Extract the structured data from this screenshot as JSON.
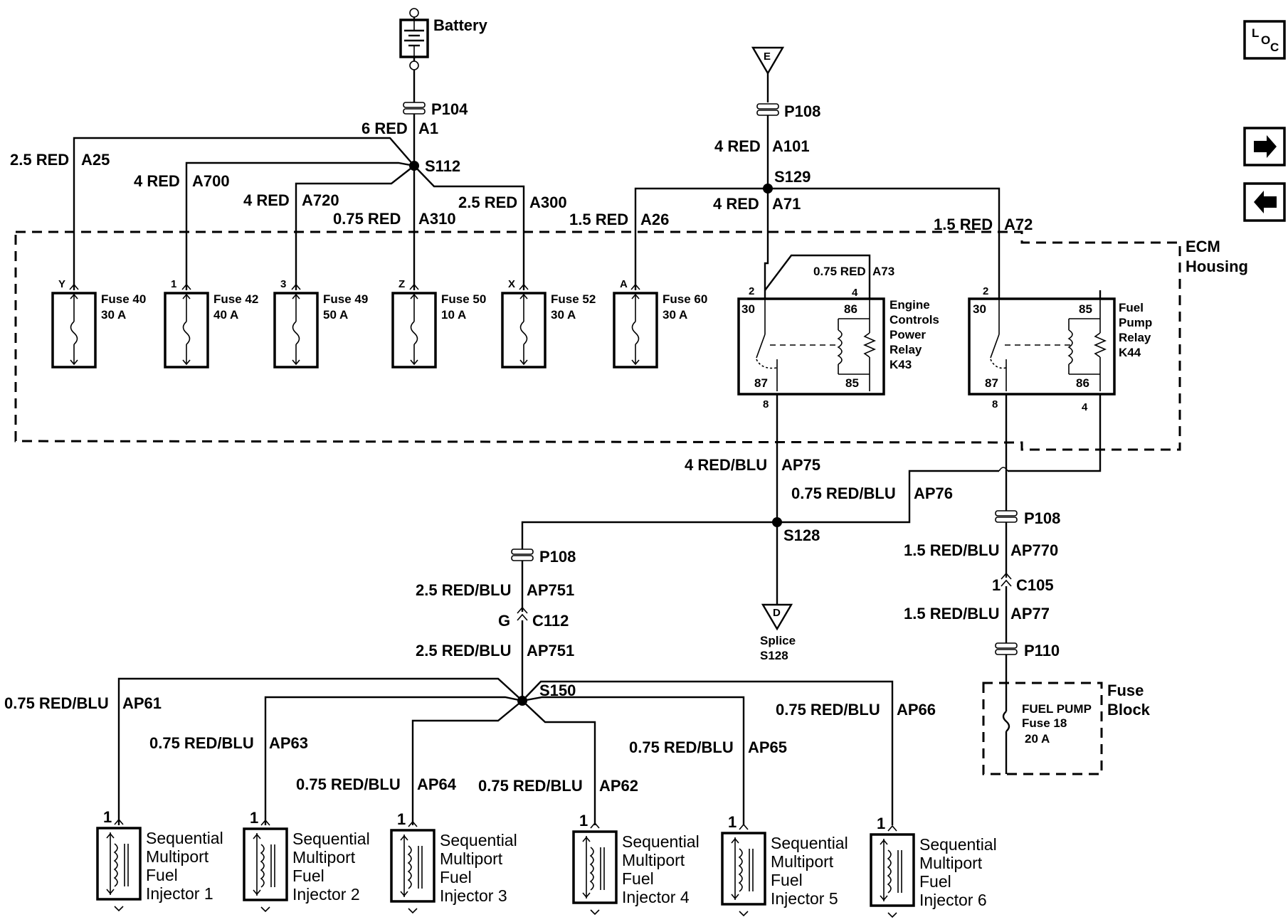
{
  "top": {
    "battery": "Battery",
    "p104": "P104",
    "w_a1": "6 RED",
    "c_a1": "A1",
    "s112": "S112",
    "e_label": "E",
    "p108_top": "P108",
    "w_a101": "4 RED",
    "c_a101": "A101",
    "s129": "S129"
  },
  "wires_left": [
    {
      "gauge": "2.5 RED",
      "circuit": "A25"
    },
    {
      "gauge": "4 RED",
      "circuit": "A700"
    },
    {
      "gauge": "4 RED",
      "circuit": "A720"
    },
    {
      "gauge": "0.75 RED",
      "circuit": "A310"
    },
    {
      "gauge": "2.5 RED",
      "circuit": "A300"
    },
    {
      "gauge": "1.5 RED",
      "circuit": "A26"
    },
    {
      "gauge": "4 RED",
      "circuit": "A71"
    },
    {
      "gauge": "1.5 RED",
      "circuit": "A72"
    }
  ],
  "ecm": {
    "line1": "ECM",
    "line2": "Housing"
  },
  "fuses": [
    {
      "pin": "Y",
      "name": "Fuse 40",
      "rating": "30 A"
    },
    {
      "pin": "1",
      "name": "Fuse 42",
      "rating": "40 A"
    },
    {
      "pin": "3",
      "name": "Fuse 49",
      "rating": "50 A"
    },
    {
      "pin": "Z",
      "name": "Fuse 50",
      "rating": "10 A"
    },
    {
      "pin": "X",
      "name": "Fuse 52",
      "rating": "30 A"
    },
    {
      "pin": "A",
      "name": "Fuse 60",
      "rating": "30 A"
    }
  ],
  "relay_k43": {
    "a73_gauge": "0.75 RED",
    "a73_circuit": "A73",
    "pin_left_top": "2",
    "pin_right_top": "4",
    "t30": "30",
    "t86": "86",
    "t87": "87",
    "t85": "85",
    "pin_bottom": "8",
    "name": [
      "Engine",
      "Controls",
      "Power",
      "Relay",
      "K43"
    ]
  },
  "relay_k44": {
    "pin_left_top": "2",
    "t30": "30",
    "t85": "85",
    "t87": "87",
    "t86": "86",
    "pin_bottom_left": "8",
    "pin_bottom_right": "4",
    "name": [
      "Fuel",
      "Pump",
      "Relay",
      "K44"
    ]
  },
  "middle": {
    "w_ap75": "4 RED/BLU",
    "c_ap75": "AP75",
    "w_ap76": "0.75 RED/BLU",
    "c_ap76": "AP76",
    "s128": "S128",
    "splice_d": "D",
    "splice_l1": "Splice",
    "splice_l2": "S128",
    "p108_left": "P108",
    "w_ap751a": "2.5 RED/BLU",
    "c_ap751a": "AP751",
    "c112_pin": "G",
    "c112": "C112",
    "w_ap751b": "2.5 RED/BLU",
    "c_ap751b": "AP751",
    "s150": "S150",
    "p108_right": "P108",
    "w_ap770": "1.5 RED/BLU",
    "c_ap770": "AP770",
    "c105_pin": "1",
    "c105": "C105",
    "w_ap77": "1.5 RED/BLU",
    "c_ap77": "AP77",
    "p110": "P110"
  },
  "fuse_block": {
    "fuse_name": "FUEL PUMP",
    "fuse_num": "Fuse 18",
    "fuse_rating": "20 A",
    "label1": "Fuse",
    "label2": "Block"
  },
  "injector_wires": [
    {
      "gauge": "0.75 RED/BLU",
      "circuit": "AP61"
    },
    {
      "gauge": "0.75 RED/BLU",
      "circuit": "AP63"
    },
    {
      "gauge": "0.75 RED/BLU",
      "circuit": "AP64"
    },
    {
      "gauge": "0.75 RED/BLU",
      "circuit": "AP62"
    },
    {
      "gauge": "0.75 RED/BLU",
      "circuit": "AP65"
    },
    {
      "gauge": "0.75 RED/BLU",
      "circuit": "AP66"
    }
  ],
  "injectors": [
    {
      "pin": "1",
      "l1": "Sequential",
      "l2": "Multiport",
      "l3": "Fuel",
      "l4": "Injector 1"
    },
    {
      "pin": "1",
      "l1": "Sequential",
      "l2": "Multiport",
      "l3": "Fuel",
      "l4": "Injector 2"
    },
    {
      "pin": "1",
      "l1": "Sequential",
      "l2": "Multiport",
      "l3": "Fuel",
      "l4": "Injector 3"
    },
    {
      "pin": "1",
      "l1": "Sequential",
      "l2": "Multiport",
      "l3": "Fuel",
      "l4": "Injector 4"
    },
    {
      "pin": "1",
      "l1": "Sequential",
      "l2": "Multiport",
      "l3": "Fuel",
      "l4": "Injector 5"
    },
    {
      "pin": "1",
      "l1": "Sequential",
      "l2": "Multiport",
      "l3": "Fuel",
      "l4": "Injector 6"
    }
  ],
  "nav": {
    "loc_l": "L",
    "loc_o": "O",
    "loc_c": "C",
    "forward_icon": "arrow-right-icon",
    "back_icon": "arrow-left-icon"
  }
}
